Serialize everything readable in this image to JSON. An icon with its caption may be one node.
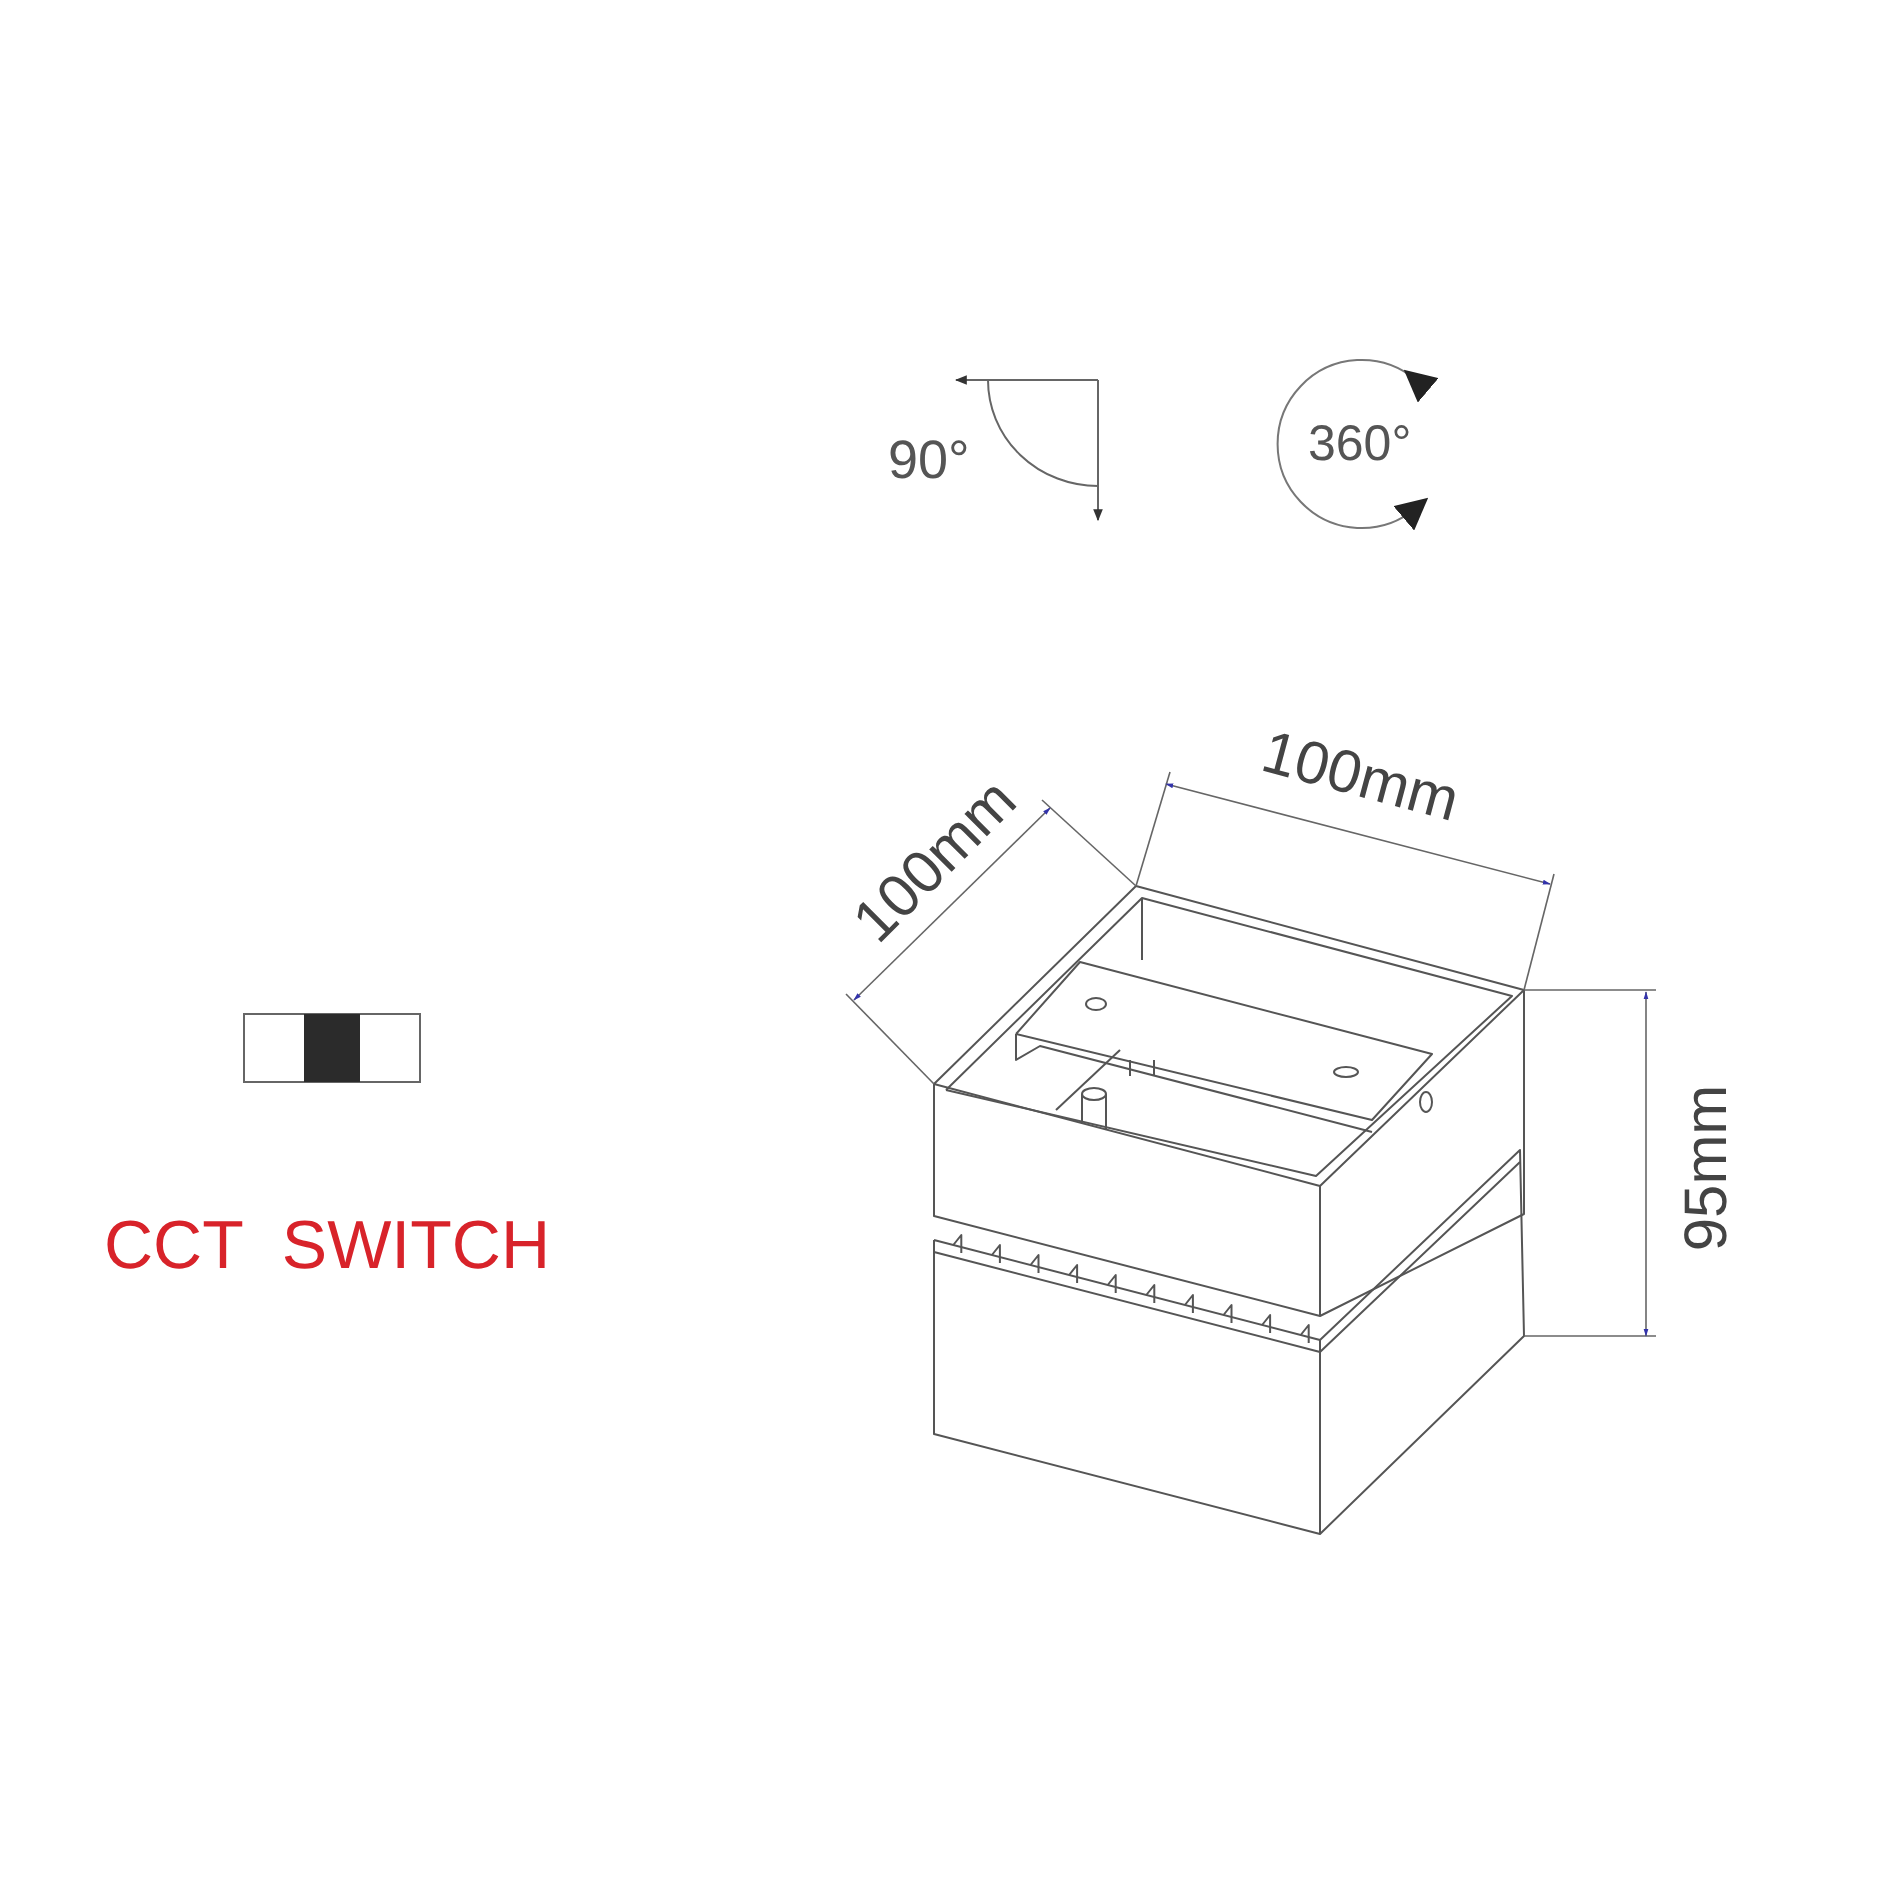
{
  "diagram": {
    "labels": [
      "90°",
      "360°",
      "100mm",
      "100mm",
      "95mm",
      "CCT SWITCH"
    ]
  }
}
